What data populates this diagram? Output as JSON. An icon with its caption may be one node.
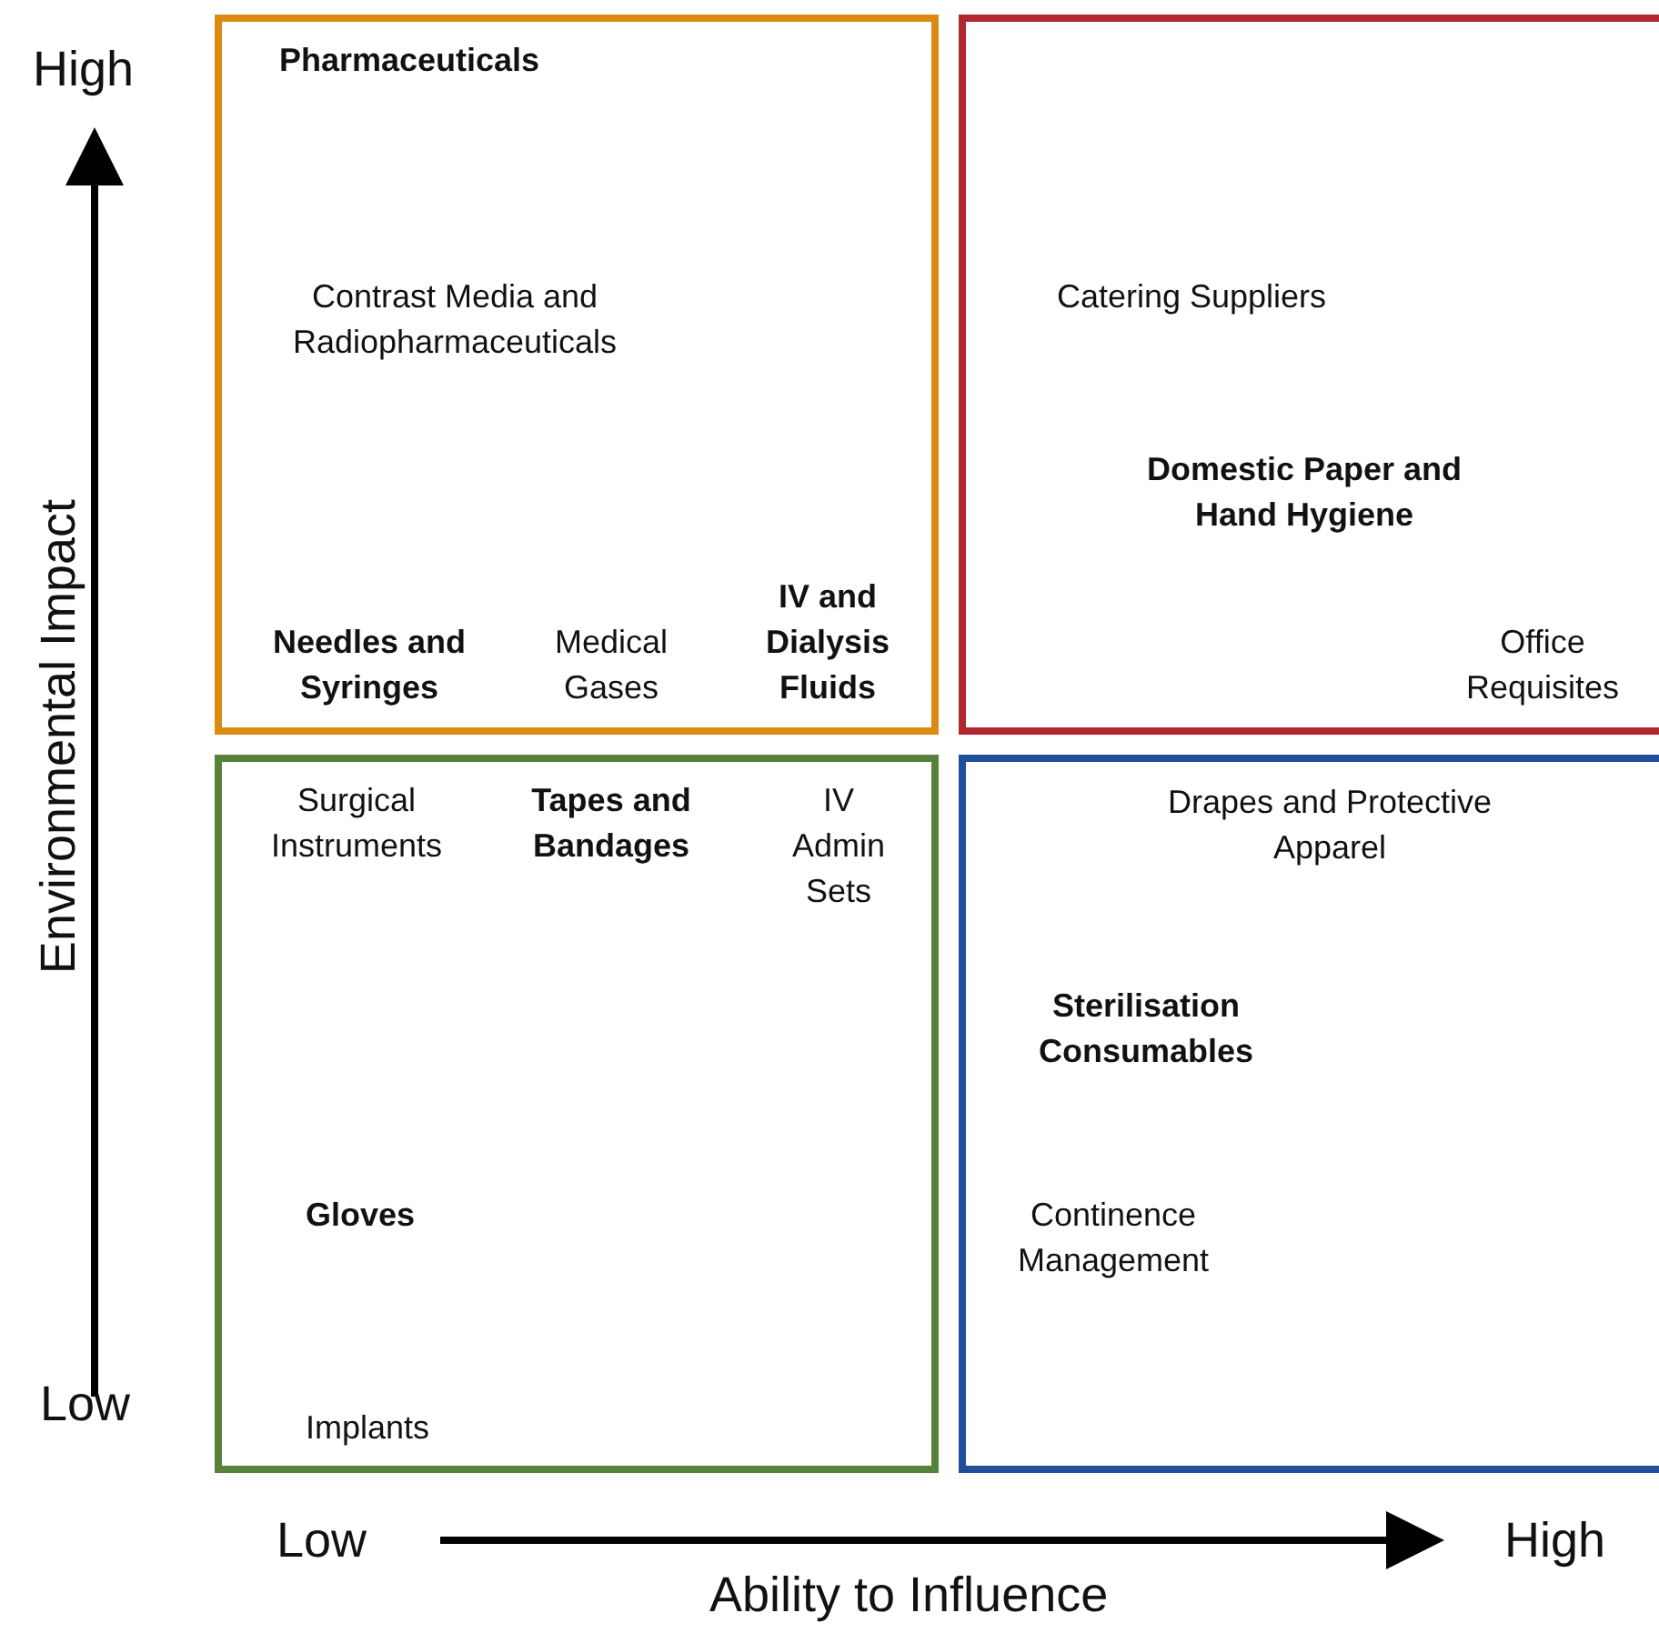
{
  "diagram": {
    "nodes": [
      {
        "text": [
          "Pharmaceuticals",
          "Contrast Media and Radiopharmaceuticals",
          "Needles and Syringes",
          "Medical Gases",
          "IV and Dialysis Fluids"
        ]
      },
      {
        "text": [
          "Catering Suppliers",
          "Domestic Paper and Hand Hygiene",
          "Office Requisites"
        ]
      },
      {
        "text": [
          "Surgical Instruments",
          "Tapes and Bandages",
          "IV Admin Sets",
          "Gloves",
          "Implants"
        ]
      },
      {
        "text": [
          "Drapes and Protective Apparel",
          "Sterilisation Consumables",
          "Continence Management"
        ]
      }
    ],
    "labels": [
      "High",
      "Environmental Impact",
      "Low",
      "Low",
      "High",
      "Ability to Influence"
    ]
  }
}
